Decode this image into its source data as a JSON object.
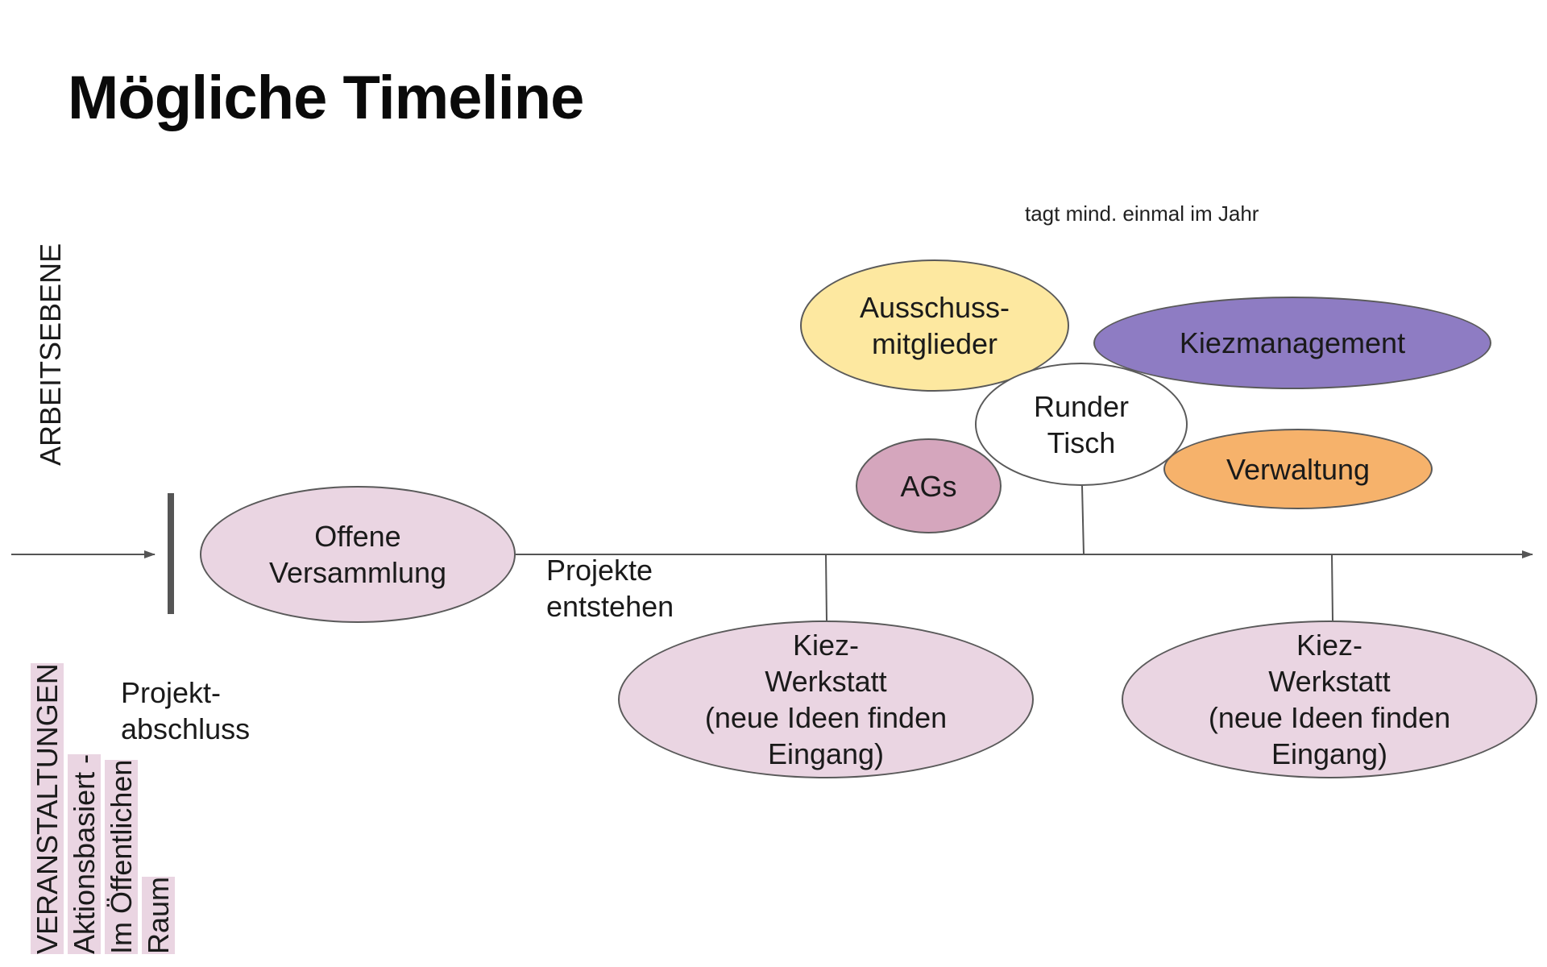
{
  "title": "Mögliche Timeline",
  "note": "tagt mind. einmal im Jahr",
  "axis_labels": {
    "upper": "ARBEITSEBENE",
    "lower_lines": [
      "VERANSTALTUNGEN",
      "Aktionsbasiert -",
      "Im Öffentlichen",
      "Raum"
    ]
  },
  "labels": {
    "projektabschluss": "Projekt-\nabschluss",
    "projekte_entstehen": "Projekte\nentstehen"
  },
  "nodes": {
    "offene_versammlung": "Offene\nVersammlung",
    "ausschussmitglieder": "Ausschuss-\nmitglieder",
    "kiezmanagement": "Kiezmanagement",
    "runder_tisch": "Runder\nTisch",
    "ags": "AGs",
    "verwaltung": "Verwaltung",
    "kiez_werkstatt_1": "Kiez-\nWerkstatt\n(neue Ideen finden\nEingang)",
    "kiez_werkstatt_2": "Kiez-\nWerkstatt\n(neue Ideen finden\nEingang)"
  },
  "colors": {
    "pink": "#ead5e2",
    "yellow": "#fde8a0",
    "purple": "#8e7cc3",
    "orange": "#f6b26b",
    "mauve": "#d5a6bd",
    "white": "#ffffff"
  }
}
